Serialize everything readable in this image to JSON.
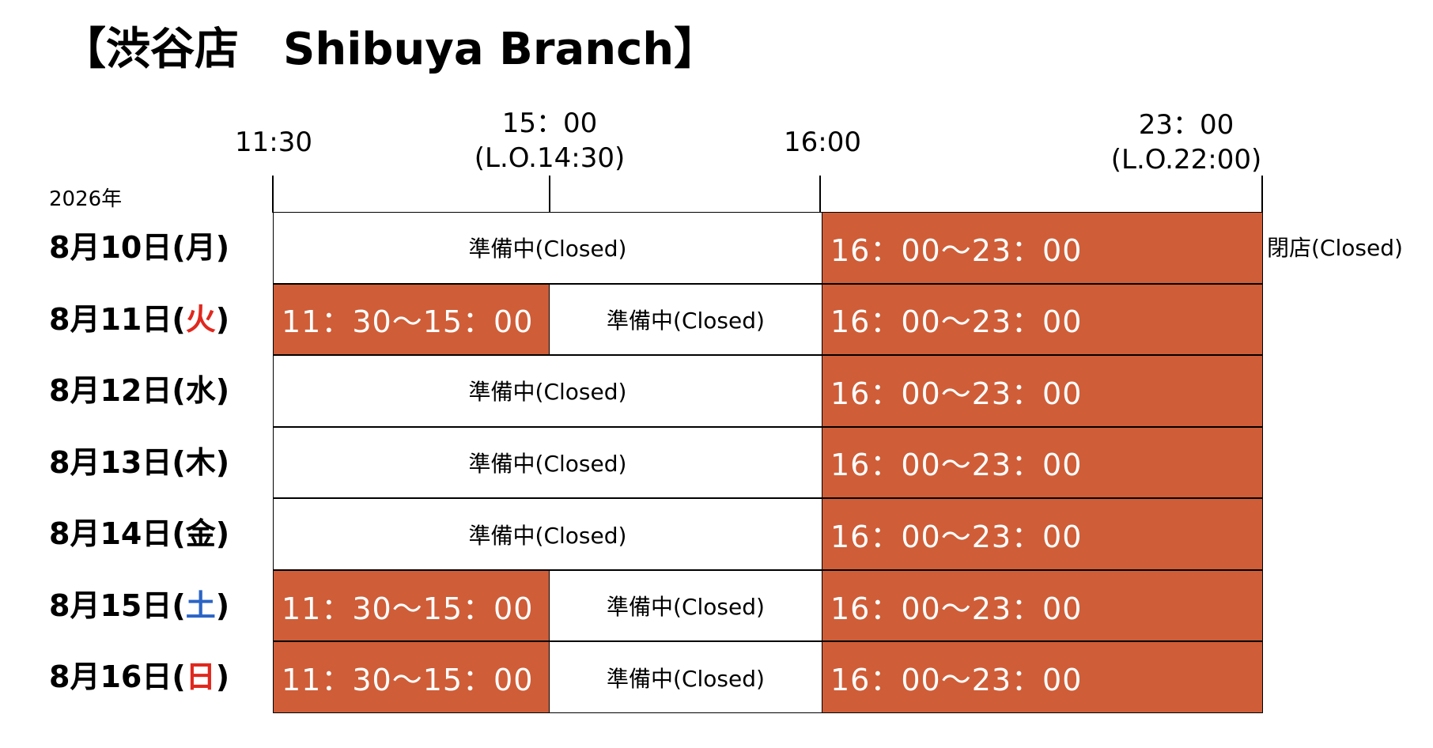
{
  "title": "【渋谷店　Shibuya Branch】",
  "year_label": "2026年",
  "time_headers": [
    {
      "time": "11:30",
      "lo": ""
    },
    {
      "time": "15：00",
      "lo": "(L.O.14:30)"
    },
    {
      "time": "16:00",
      "lo": ""
    },
    {
      "time": "23：00",
      "lo": "(L.O.22:00)"
    }
  ],
  "note": "閉店(Closed)",
  "colors": {
    "open": "#cf5d37",
    "sunday_holiday": "#e0281e",
    "saturday": "#2b64c6"
  },
  "days": [
    {
      "date": "8月10日(",
      "weekday": "月",
      "weekday_color": "",
      "close": ")",
      "cells": [
        {
          "text": "準備中(Closed)",
          "type": "closed",
          "span": "lunch"
        },
        {
          "text": "16：00～23：00",
          "type": "open",
          "span": "dinner"
        }
      ]
    },
    {
      "date": "8月11日(",
      "weekday": "火",
      "weekday_color": "red",
      "close": ")",
      "cells": [
        {
          "text": "11：30～15：00",
          "type": "open",
          "span": "lunch1"
        },
        {
          "text": "準備中(Closed)",
          "type": "closed",
          "span": "lunch2"
        },
        {
          "text": "16：00～23：00",
          "type": "open",
          "span": "dinner"
        }
      ]
    },
    {
      "date": "8月12日(",
      "weekday": "水",
      "weekday_color": "",
      "close": ")",
      "cells": [
        {
          "text": "準備中(Closed)",
          "type": "closed",
          "span": "lunch"
        },
        {
          "text": "16：00～23：00",
          "type": "open",
          "span": "dinner"
        }
      ]
    },
    {
      "date": "8月13日(",
      "weekday": "木",
      "weekday_color": "",
      "close": ")",
      "cells": [
        {
          "text": "準備中(Closed)",
          "type": "closed",
          "span": "lunch"
        },
        {
          "text": "16：00～23：00",
          "type": "open",
          "span": "dinner"
        }
      ]
    },
    {
      "date": "8月14日(",
      "weekday": "金",
      "weekday_color": "",
      "close": ")",
      "cells": [
        {
          "text": "準備中(Closed)",
          "type": "closed",
          "span": "lunch"
        },
        {
          "text": "16：00～23：00",
          "type": "open",
          "span": "dinner"
        }
      ]
    },
    {
      "date": "8月15日(",
      "weekday": "土",
      "weekday_color": "blue",
      "close": ")",
      "cells": [
        {
          "text": "11：30～15：00",
          "type": "open",
          "span": "lunch1"
        },
        {
          "text": "準備中(Closed)",
          "type": "closed",
          "span": "lunch2"
        },
        {
          "text": "16：00～23：00",
          "type": "open",
          "span": "dinner"
        }
      ]
    },
    {
      "date": "8月16日(",
      "weekday": "日",
      "weekday_color": "red",
      "close": ")",
      "cells": [
        {
          "text": "11：30～15：00",
          "type": "open",
          "span": "lunch1"
        },
        {
          "text": "準備中(Closed)",
          "type": "closed",
          "span": "lunch2"
        },
        {
          "text": "16：00～23：00",
          "type": "open",
          "span": "dinner"
        }
      ]
    }
  ]
}
